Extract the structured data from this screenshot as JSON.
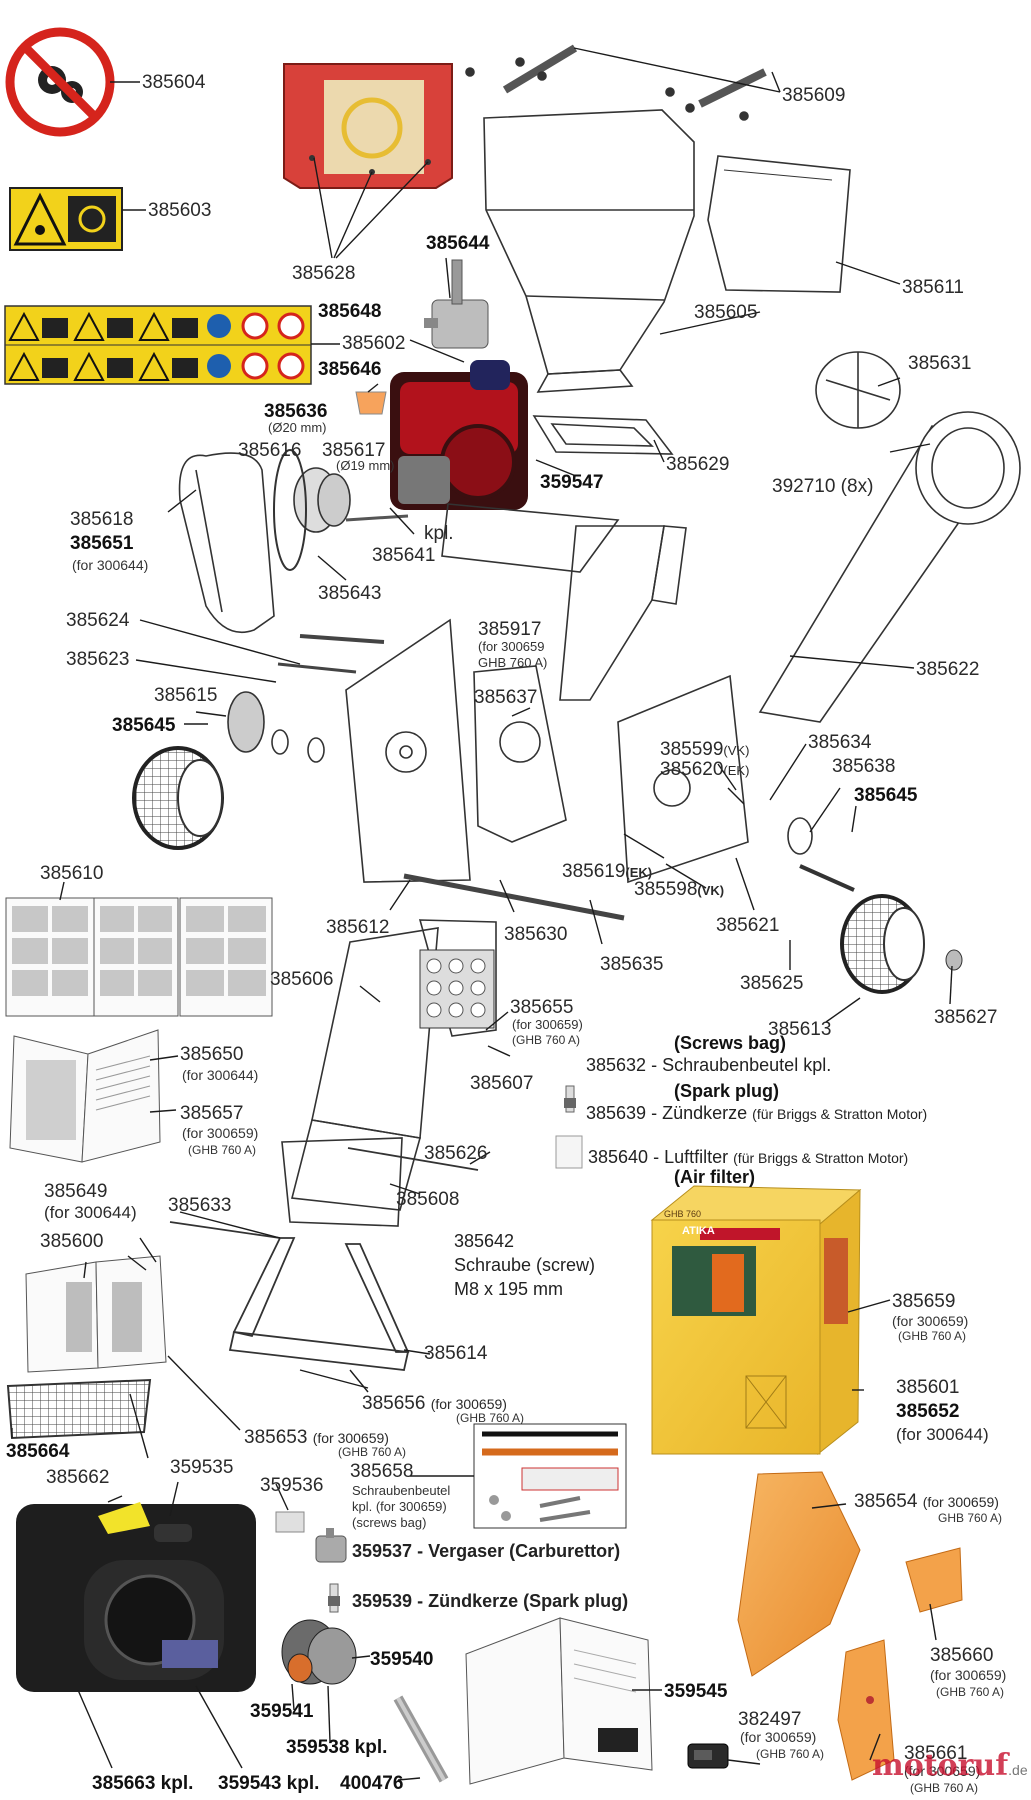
{
  "parts": {
    "p385604": "385604",
    "p385603": "385603",
    "p385602": "385602",
    "p385628": "385628",
    "p385609": "385609",
    "p385611": "385611",
    "p385605": "385605",
    "p385644": "385644",
    "p385648": "385648",
    "p385646": "385646",
    "p385636": "385636",
    "p385636_note": "(Ø20 mm)",
    "p385616": "385616",
    "p385617": "385617",
    "p385617_note": "(Ø19 mm)",
    "p385629": "385629",
    "p359547": "359547",
    "p385631": "385631",
    "p392710": "392710 (8x)",
    "p385618": "385618",
    "p385651": "385651",
    "p385651_note": "(for 300644)",
    "p385641": "385641",
    "p385641_kpl": "kpl.",
    "p385643": "385643",
    "p385624": "385624",
    "p385623": "385623",
    "p385917": "385917",
    "p385917_note1": "(for 300659",
    "p385917_note2": "GHB 760 A)",
    "p385622": "385622",
    "p385615": "385615",
    "p385645a": "385645",
    "p385637": "385637",
    "p385634": "385634",
    "p385638": "385638",
    "p385599": "385599",
    "p385599_tag": "(VK)",
    "p385620": "385620",
    "p385620_tag": "(EK)",
    "p385645b": "385645",
    "p385619": "385619",
    "p385619_tag": "(EK)",
    "p385598": "385598",
    "p385598_tag": "(VK)",
    "p385610": "385610",
    "p385612": "385612",
    "p385630": "385630",
    "p385635": "385635",
    "p385621": "385621",
    "p385625": "385625",
    "p385606": "385606",
    "p385655": "385655",
    "p385655_note1": "(for 300659)",
    "p385655_note2": "(GHB 760 A)",
    "p385613": "385613",
    "p385627": "385627",
    "p385650": "385650",
    "p385650_note": "(for 300644)",
    "p385607": "385607",
    "p385657": "385657",
    "p385657_note1": "(for 300659)",
    "p385657_note2": "(GHB 760 A)",
    "p385626": "385626",
    "p385608": "385608",
    "p385649": "385649",
    "p385649_note": "(for 300644)",
    "p385633": "385633",
    "p385600": "385600",
    "p385642": "385642",
    "p385642_l1": "Schraube (screw)",
    "p385642_l2": "M8 x 195 mm",
    "p385614": "385614",
    "p385659": "385659",
    "p385659_note1": "(for 300659)",
    "p385659_note2": "(GHB 760 A)",
    "p385601": "385601",
    "p385652": "385652",
    "p385652_note": "(for 300644)",
    "p385656": "385656",
    "p385656_note1": "(for 300659)",
    "p385656_note2": "(GHB 760 A)",
    "p385653": "385653",
    "p385653_note1": "(for 300659)",
    "p385653_note2": "(GHB 760 A)",
    "p385664": "385664",
    "p385662": "385662",
    "p359535": "359535",
    "p359536": "359536",
    "p385658": "385658",
    "p385658_l1": "Schraubenbeutel",
    "p385658_l2": "kpl. (for 300659)",
    "p385658_l3": "(screws bag)",
    "p385654": "385654",
    "p385654_note1": "(for 300659)",
    "p385654_note2": "GHB 760 A)",
    "p385660": "385660",
    "p385660_note1": "(for 300659)",
    "p385660_note2": "(GHB 760 A)",
    "p359540": "359540",
    "p359541": "359541",
    "p359538": "359538 kpl.",
    "p359545": "359545",
    "p382497": "382497",
    "p382497_note1": "(for 300659)",
    "p382497_note2": "(GHB 760 A)",
    "p385661": "385661",
    "p385661_note1": "(for 300659)",
    "p385661_note2": "(GHB 760 A)",
    "p385663": "385663 kpl.",
    "p359543": "359543 kpl.",
    "p400476": "400476"
  },
  "legend": {
    "screws_en": "(Screws bag)",
    "screws_code": "385632",
    "screws_de": "- Schraubenbeutel kpl.",
    "spark_en": "(Spark plug)",
    "spark_code": "385639",
    "spark_de": "- Zündkerze",
    "spark_note": "(für Briggs & Stratton Motor)",
    "air_code": "385640",
    "air_de": "- Luftfilter",
    "air_note": "(für Briggs & Stratton Motor)",
    "air_en": "(Air filter)",
    "carb_code": "359537",
    "carb_de": "- Vergaser",
    "carb_en": "(Carburettor)",
    "plug2_code": "359539",
    "plug2_de": "- Zündkerze",
    "plug2_en": "(Spark plug)"
  },
  "box": {
    "brand": "ATIKA",
    "model": "GHB 760"
  },
  "watermark": {
    "main": "motoruf",
    "tld": ".de"
  },
  "colors": {
    "label_yellow": "#f2d21b",
    "sign_red": "#d5241c",
    "box_yellow": "#f5c43a",
    "part_orange": "#f3a24a",
    "engine_red": "#b2121c",
    "engine_black": "#1e1e1e"
  }
}
